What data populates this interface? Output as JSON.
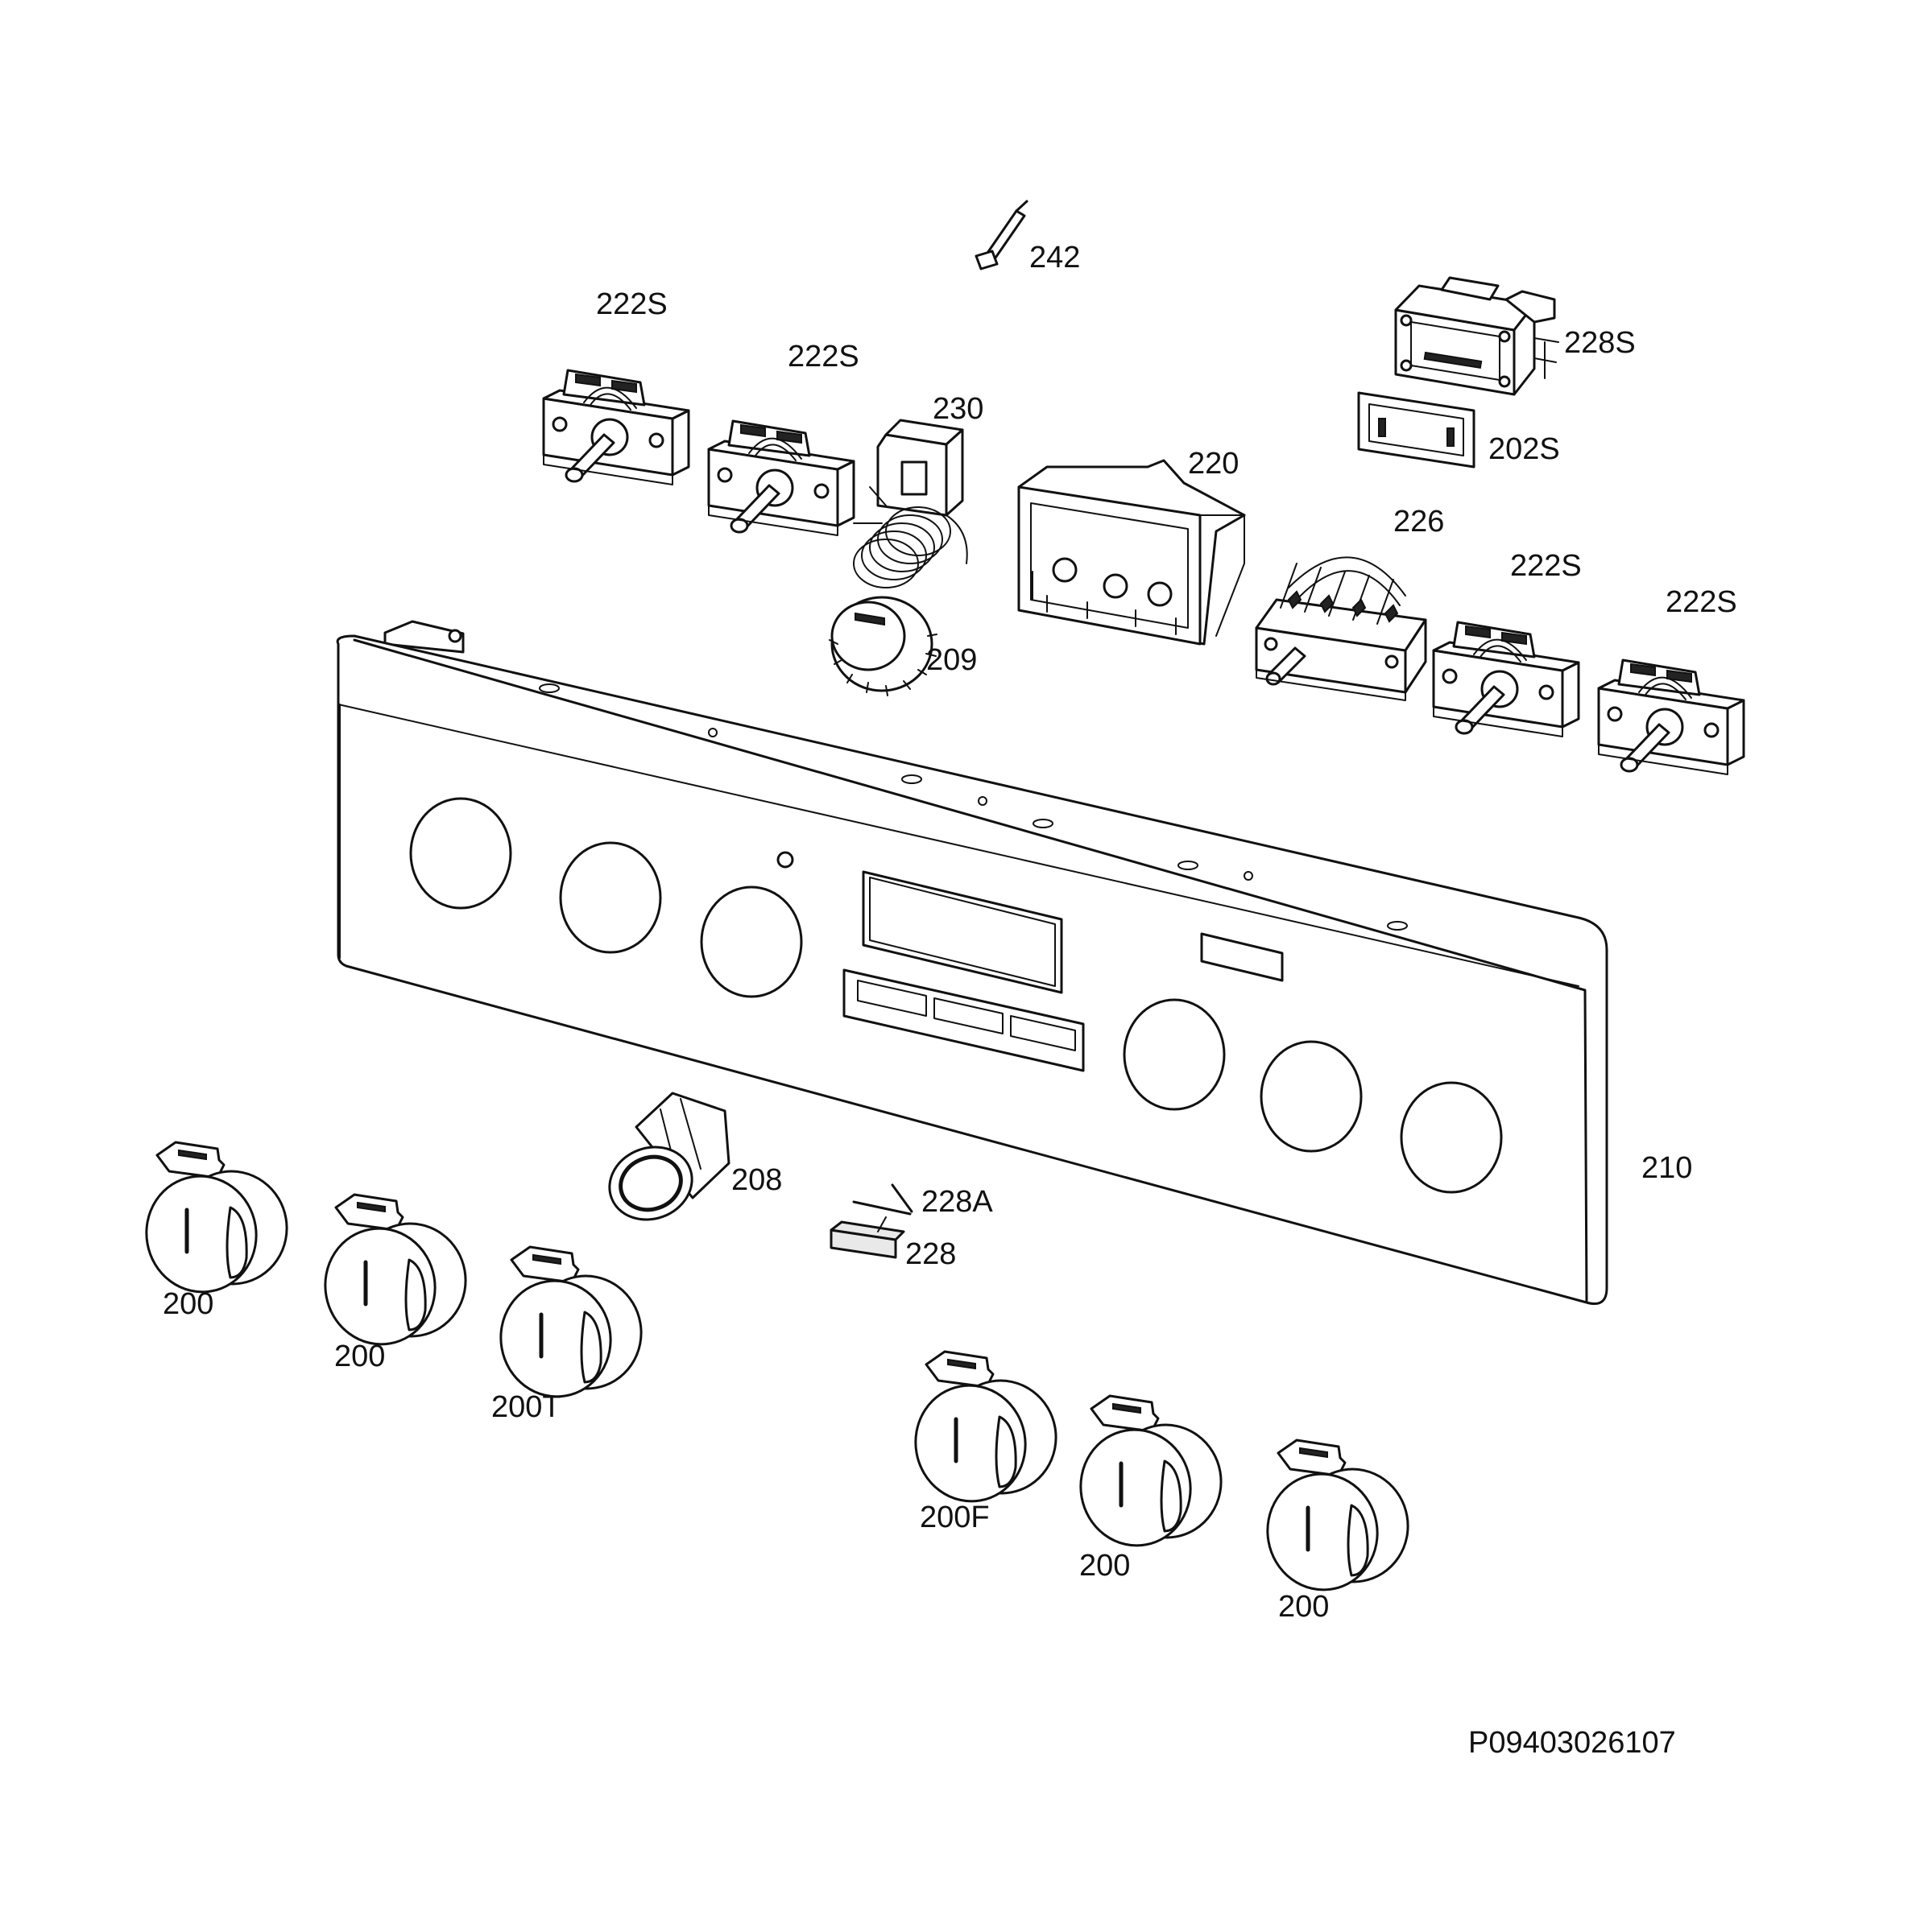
{
  "labels": {
    "p242": "242",
    "p222s_a": "222S",
    "p222s_b": "222S",
    "p230": "230",
    "p228s": "228S",
    "p202s": "202S",
    "p220": "220",
    "p226": "226",
    "p222s_c": "222S",
    "p222s_d": "222S",
    "p209": "209",
    "p208": "208",
    "p228a": "228A",
    "p228": "228",
    "p210": "210",
    "k200_a": "200",
    "k200_b": "200",
    "k200t": "200T",
    "k200f": "200F",
    "k200_c": "200",
    "k200_d": "200"
  },
  "drawing_code": "P09403026107",
  "colors": {
    "line": "#111111",
    "background": "#ffffff",
    "shade": "#e9e9e9"
  }
}
